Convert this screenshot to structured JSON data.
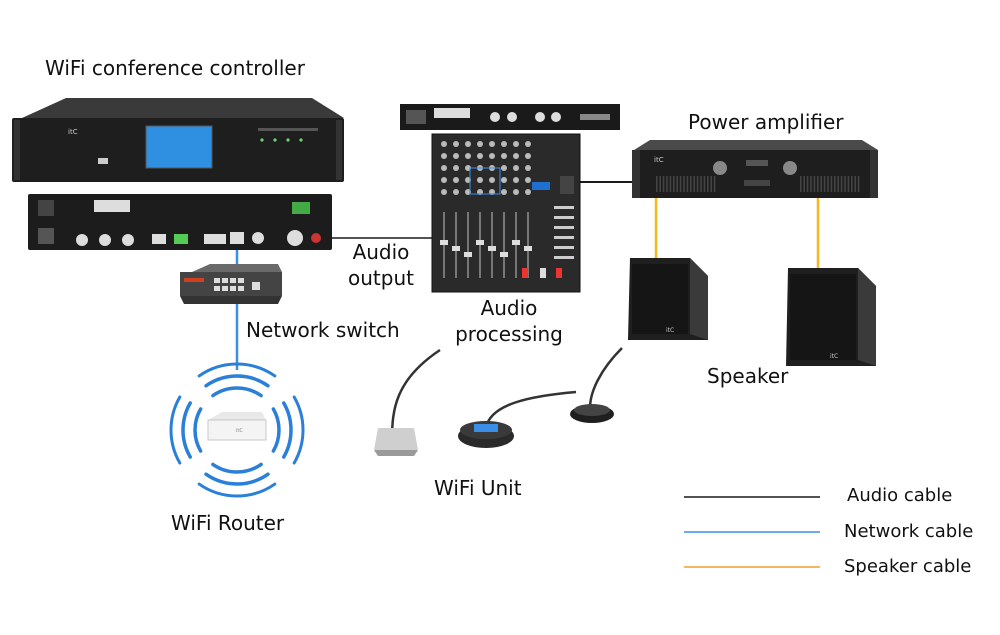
{
  "labels": {
    "controller": "WiFi conference controller",
    "power_amplifier": "Power amplifier",
    "audio_output_1": "Audio",
    "audio_output_2": "output",
    "network_switch": "Network switch",
    "audio_processing_1": "Audio",
    "audio_processing_2": "processing",
    "speaker": "Speaker",
    "wifi_unit": "WiFi Unit",
    "wifi_router": "WiFi Router"
  },
  "legend": [
    {
      "label": "Audio cable",
      "color": "#1a1a1a"
    },
    {
      "label": "Network cable",
      "color": "#3a8ee6"
    },
    {
      "label": "Speaker cable",
      "color": "#f0a030"
    }
  ],
  "colors": {
    "audio_cable": "#1a1a1a",
    "network_cable": "#3a8ee6",
    "speaker_cable": "#f5b820",
    "controller_screen": "#2f8fe0",
    "wifi_wave": "#2a7fd8"
  },
  "icons": [
    "controller-front-panel",
    "controller-rear-panel",
    "network-switch",
    "mixer",
    "power-amplifier",
    "speaker",
    "microphone-unit",
    "wifi-router",
    "wifi-waves"
  ]
}
